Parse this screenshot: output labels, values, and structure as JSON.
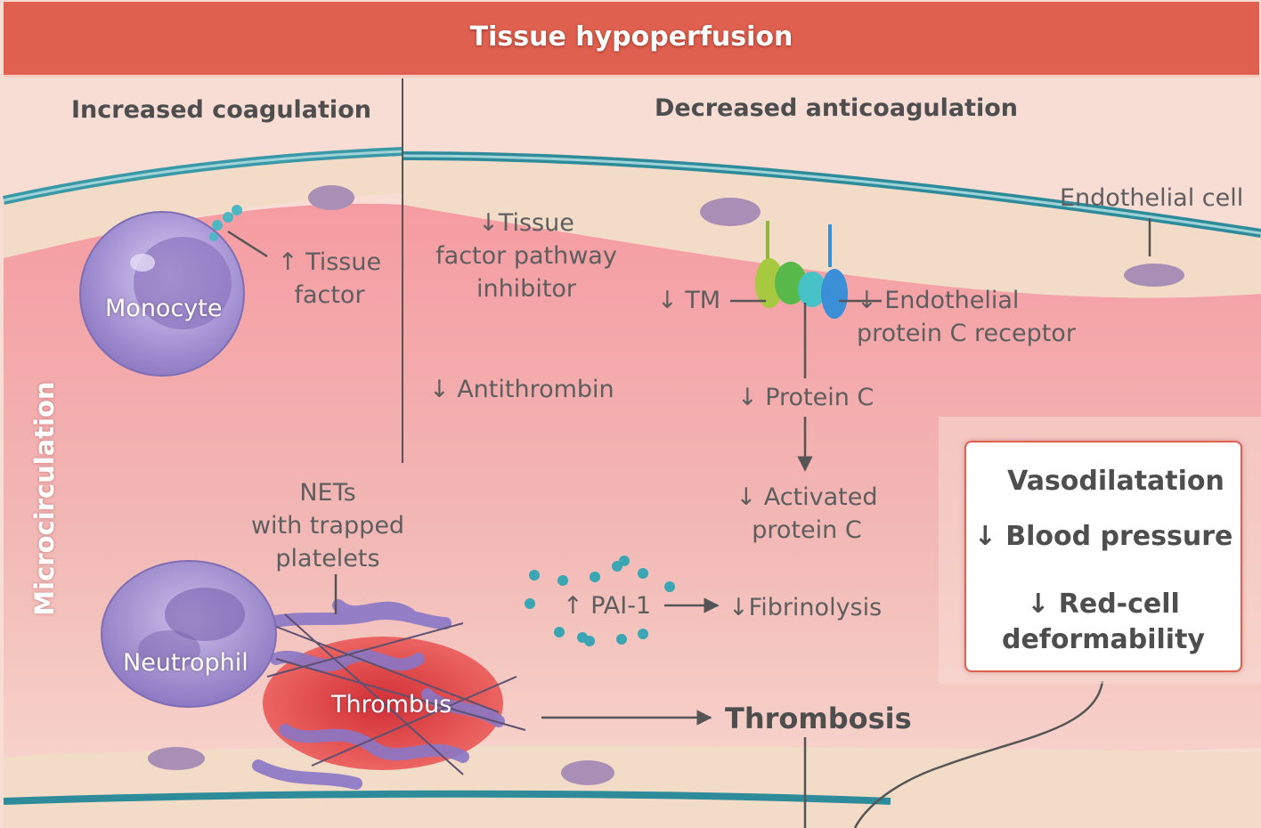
{
  "banner": {
    "title": "Tissue hypoperfusion"
  },
  "side_label": "Microcirculation",
  "sections": {
    "left_title": "Increased coagulation",
    "right_title": "Decreased anticoagulation"
  },
  "cells": {
    "monocyte": "Monocyte",
    "neutrophil": "Neutrophil",
    "thrombus": "Thrombus",
    "endothelial": "Endothelial cell"
  },
  "labels": {
    "tissue_factor_up": "↑ Tissue\nfactor",
    "tfpi_down": "↓Tissue\nfactor pathway\ninhibitor",
    "antithrombin_down": "↓ Antithrombin",
    "tm_down": "↓ TM",
    "epcr_down": "↓ Endothelial\nprotein C receptor",
    "protein_c_down": "↓ Protein C",
    "activated_protein_c_down": "↓ Activated\nprotein C",
    "nets": "NETs\nwith trapped\nplatelets",
    "pai1_up": "↑ PAI-1",
    "fibrinolysis_down": "↓Fibrinolysis",
    "thrombosis": "Thrombosis"
  },
  "vasodilatation_box": {
    "title": "Vasodilatation",
    "bp": "↓ Blood pressure",
    "rbc": "↓ Red-cell\ndeformability"
  },
  "colors": {
    "banner": "#e0604f",
    "vessel_lumen": "#ef9ea2",
    "vessel_wall": "#2e8c9a",
    "cell_purple": "#a08ad0",
    "thrombus_red": "#dd3f40",
    "arrow": "#555555"
  }
}
